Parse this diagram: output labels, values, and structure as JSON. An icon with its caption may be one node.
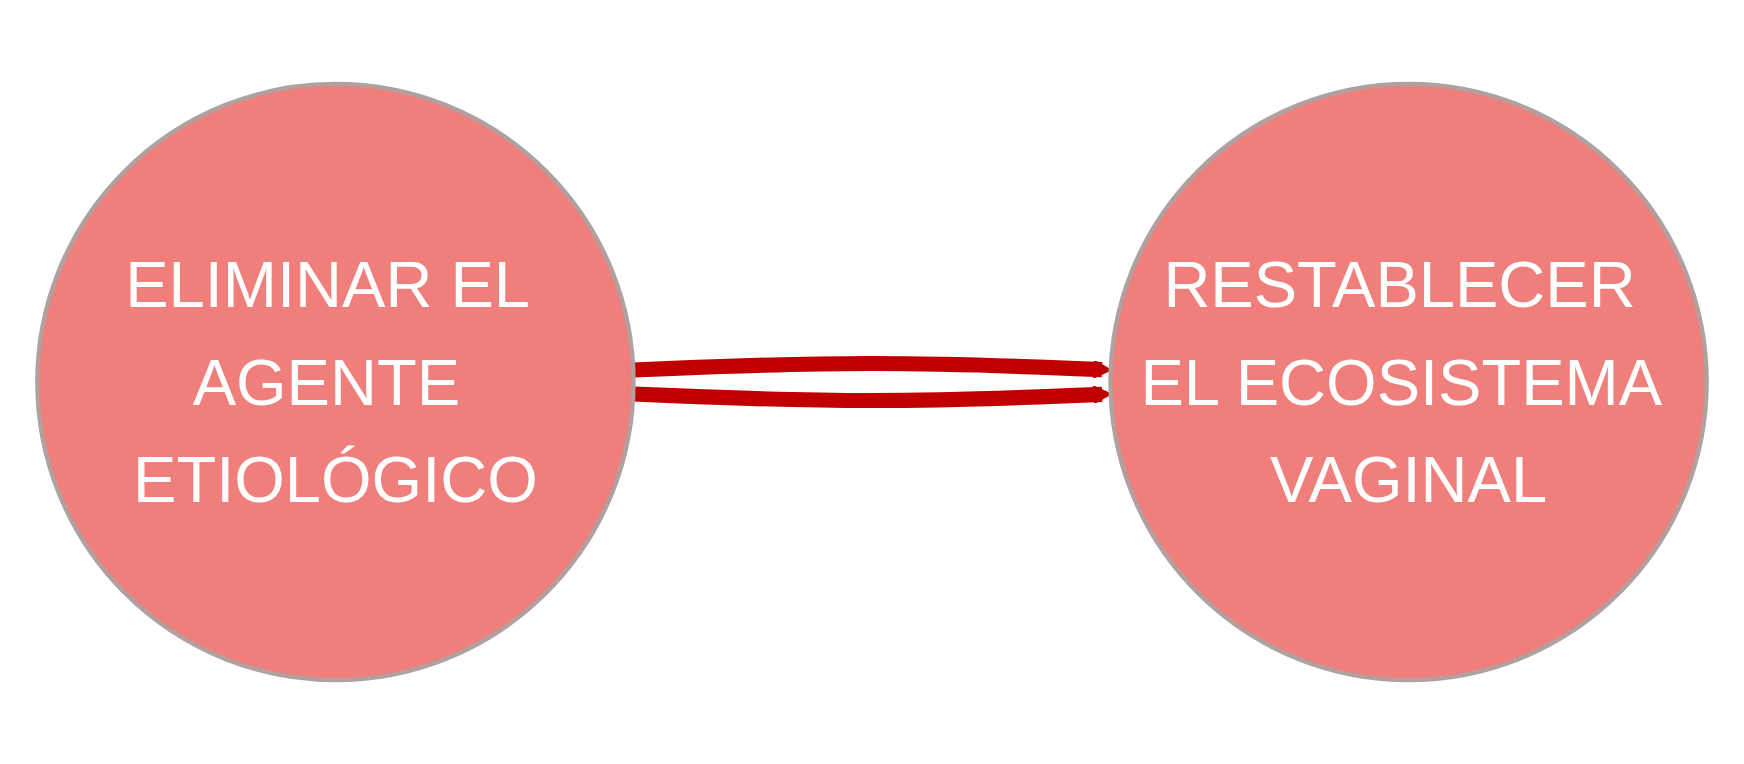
{
  "diagram": {
    "nodes": [
      {
        "text": [
          "ELIMINAR EL AGENTE ETIOLÓGICO"
        ]
      },
      {
        "text": [
          "RESTABLECER EL ECOSISTEMA VAGINAL"
        ]
      }
    ],
    "edges": [
      {
        "from": 0,
        "to": 1,
        "arrow": "to"
      },
      {
        "from": 0,
        "to": 1,
        "arrow": "to"
      }
    ]
  }
}
